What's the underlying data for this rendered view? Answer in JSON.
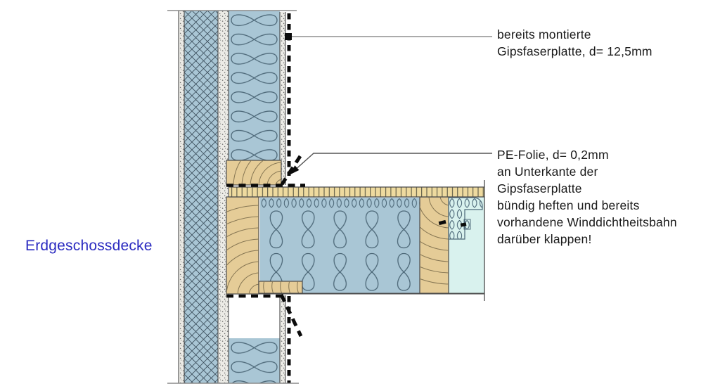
{
  "labels": {
    "gipsfaserplatte": "bereits montierte\nGipsfaserplatte, d= 12,5mm",
    "pe_folie": "PE-Folie, d= 0,2mm\nan Unterkante der\nGipsfaserplatte\nbündig heften und bereits\nvorhandene Winddichtheitsbahn\ndarüber klappen!",
    "erdgeschossdecke": "Erdgeschossdecke"
  },
  "colors": {
    "label-black": "#1a1a1a",
    "label-blue": "#2a2ac0",
    "insulation-bg": "#a9c6d5",
    "insulation-line": "#4d6878",
    "masonry-bg": "#a9c6d5",
    "masonry-line": "#3f5260",
    "stipple-bg": "#ecebe6",
    "stipple-dot": "#6b6b6b",
    "wood": "#e5cc97",
    "wood-grain": "#86765375",
    "wood-grain-solid": "#867653",
    "board": "#eeda9f",
    "board-tick": "#4a4a3a",
    "cyan": "#d9f2ee",
    "edge-line": "#4a4a4a",
    "cut-line": "#8a8a8a",
    "leader-gray": "#8f8f8f",
    "leader-dark": "#555555",
    "dash-black": "#0b0b0b"
  }
}
